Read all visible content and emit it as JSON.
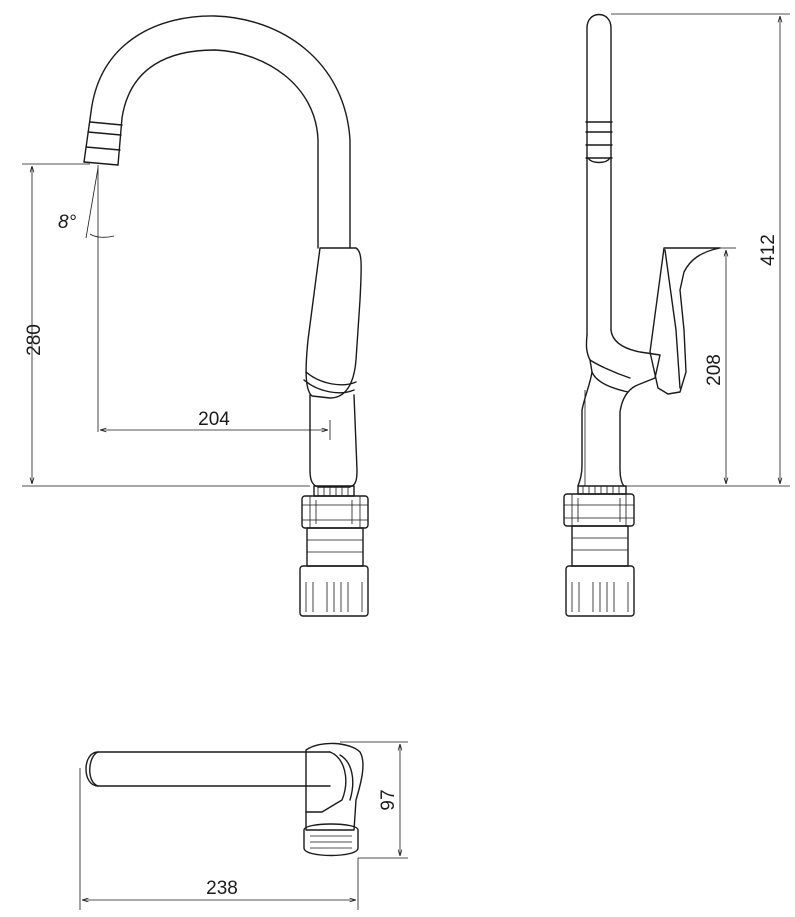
{
  "dimensions": {
    "spout_reach": "204",
    "spout_height": "280",
    "outlet_angle": "8°",
    "total_height": "412",
    "lever_height": "208",
    "lever_width": "97",
    "total_depth": "238"
  },
  "colors": {
    "line": "#1a1a1a",
    "background": "#ffffff"
  }
}
